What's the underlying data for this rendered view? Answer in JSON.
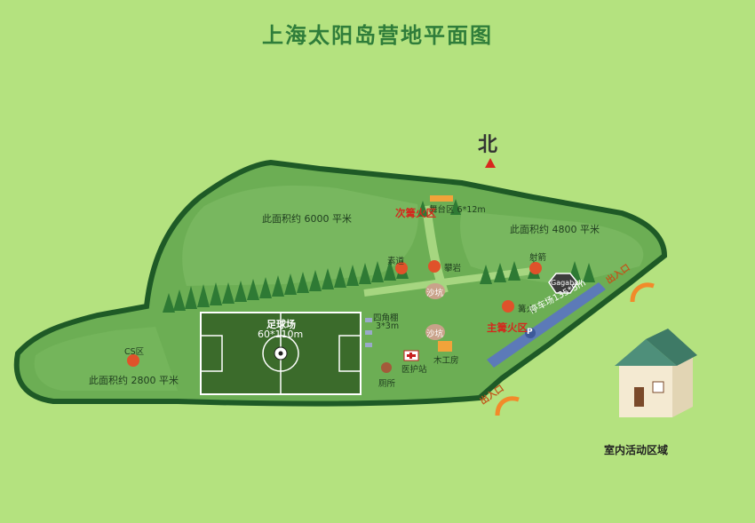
{
  "title": "上海太阳岛营地平面图",
  "north": "北",
  "areas": {
    "west": "此面积约 2800 平米",
    "northwest": "此面积约 6000 平米",
    "east": "此面积约 4800 平米"
  },
  "facilities": {
    "stage": "舞台区 6*12m",
    "secondary_fire": "次篝火区",
    "main_fire": "主篝火区",
    "football": "足球场",
    "football_size": "60*110m",
    "gazebo": "四角棚",
    "gazebo_size": "3*3m",
    "cs": "CS区",
    "trail": "素道",
    "rock": "攀岩",
    "sandpit": "沙坑",
    "sandpit2": "沙坑",
    "carpentry": "木工房",
    "medical": "医护站",
    "toilet": "厕所",
    "archery": "射箭",
    "campfire": "篝火",
    "gagaball": "Gagaball",
    "parking": "停车场135*5m",
    "parking_letter": "P",
    "exit1": "出入口",
    "exit2": "出入口",
    "indoor": "室内活动区域"
  },
  "colors": {
    "background": "#b4e27f",
    "field": "#6cae54",
    "border": "#1e5a26",
    "tree": "#2e7a34",
    "red_label": "#d22a1e",
    "title": "#2f7d3a"
  }
}
